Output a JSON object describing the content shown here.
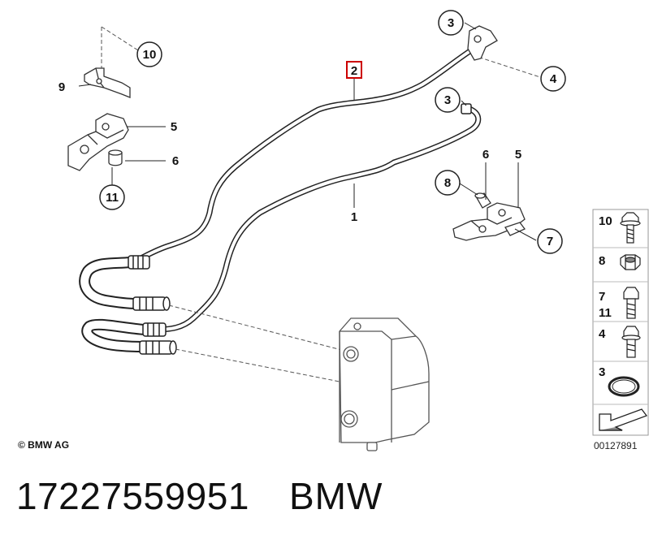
{
  "diagram": {
    "callouts": {
      "c10": "10",
      "c9": "9",
      "c5a": "5",
      "c6a": "6",
      "c11": "11",
      "c3a": "3",
      "c4": "4",
      "c2": "2",
      "c3b": "3",
      "c1": "1",
      "c6b": "6",
      "c5b": "5",
      "c8": "8",
      "c7": "7"
    },
    "legend": {
      "items": [
        {
          "label": "10",
          "icon": "bolt-flange-icon"
        },
        {
          "label": "8",
          "icon": "nut-icon"
        },
        {
          "label": "7",
          "label2": "11",
          "icon": "bolt-hex-icon"
        },
        {
          "label": "4",
          "icon": "bolt-collar-icon"
        },
        {
          "label": "3",
          "icon": "o-ring-icon"
        }
      ],
      "arrow_icon": "arrow-icon"
    },
    "highlight_color": "#cc0000"
  },
  "footer": {
    "copyright": "© BMW AG",
    "reference": "00127891",
    "part_number": "17227559951",
    "brand": "BMW"
  }
}
